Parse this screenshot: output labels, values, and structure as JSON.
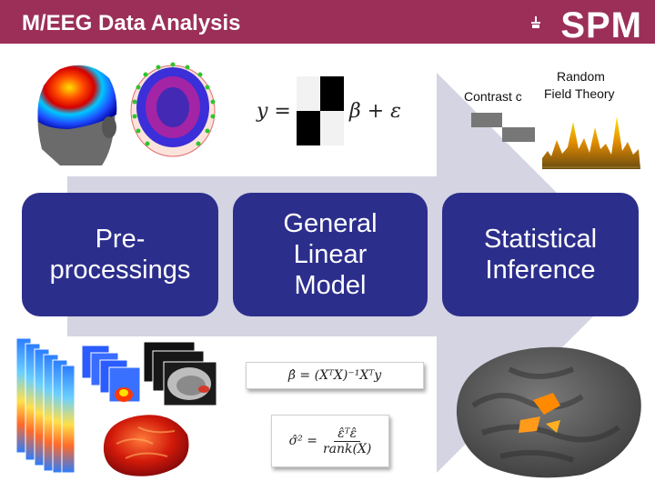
{
  "header": {
    "title": "M/EEG Data Analysis",
    "logo_text": "SPM"
  },
  "stages": [
    {
      "line1": "Pre-",
      "line2": "processings",
      "line3": ""
    },
    {
      "line1": "General",
      "line2": "Linear",
      "line3": "Model"
    },
    {
      "line1": "Statistical",
      "line2": "Inference",
      "line3": ""
    }
  ],
  "glm": {
    "equation_lhs": "y =",
    "equation_rhs": "β + ε",
    "beta_estimate": "β̂ = (XᵀX)⁻¹Xᵀy",
    "sigma_lhs": "σ̂² =",
    "sigma_num": "ε̂ᵀε̂",
    "sigma_den": "rank(X)"
  },
  "inference": {
    "contrast_label": "Contrast c",
    "rft_label_line1": "Random",
    "rft_label_line2": "Field Theory"
  },
  "colors": {
    "header_bg": "#9b2f57",
    "stage_box": "#2c2e8c",
    "arrow": "#d4d4e2"
  }
}
